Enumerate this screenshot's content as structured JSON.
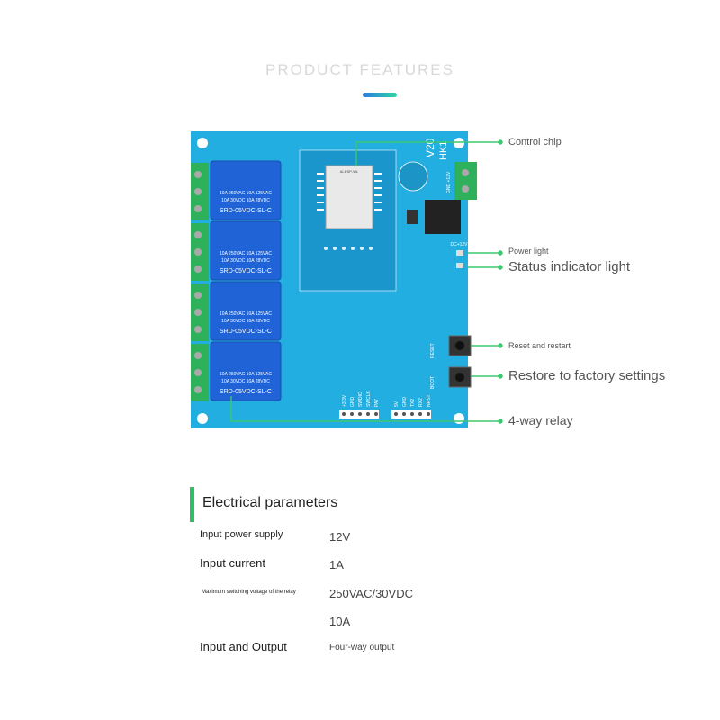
{
  "header": {
    "title": "PRODUCT FEATURES"
  },
  "board": {
    "version_label": "V20",
    "hk_label": "HK1",
    "relay_text_line1": "10A 250VAC  10A 125VAC",
    "relay_text_line2": "10A  30VDC  10A  28VDC",
    "relay_model": "SRD-05VDC-SL-C",
    "module_label": "AI-ESP-WL",
    "terminal_label": "GND +12V",
    "dc_label": "DC+12V",
    "reset_label": "RESET",
    "button_label": "BOOT",
    "header1_labels": [
      "+3.3V",
      "GND",
      "SWDIO",
      "SWCLK",
      "PA7"
    ],
    "header2_labels": [
      "5V",
      "GND",
      "TX2",
      "RX2",
      "NRST"
    ]
  },
  "callouts": {
    "control_chip": "Control chip",
    "power_light": "Power light",
    "status_indicator": "Status indicator light",
    "reset_restart": "Reset and restart",
    "restore_factory": "Restore to factory settings",
    "relay": "4-way relay"
  },
  "params": {
    "title": "Electrical parameters",
    "rows": [
      {
        "label": "Input power supply",
        "value": "12V"
      },
      {
        "label": "Input current",
        "value": "1A"
      },
      {
        "label": "Maximum switching voltage of the relay",
        "value": "250VAC/30VDC"
      },
      {
        "label": "",
        "value": "10A"
      },
      {
        "label": "Input and Output",
        "value": "Four-way output"
      }
    ]
  },
  "colors": {
    "pcb": "#22aee0",
    "relay": "#1f63d6",
    "callout_line": "#3cc86e",
    "accent_bar": "#2fbf63"
  }
}
